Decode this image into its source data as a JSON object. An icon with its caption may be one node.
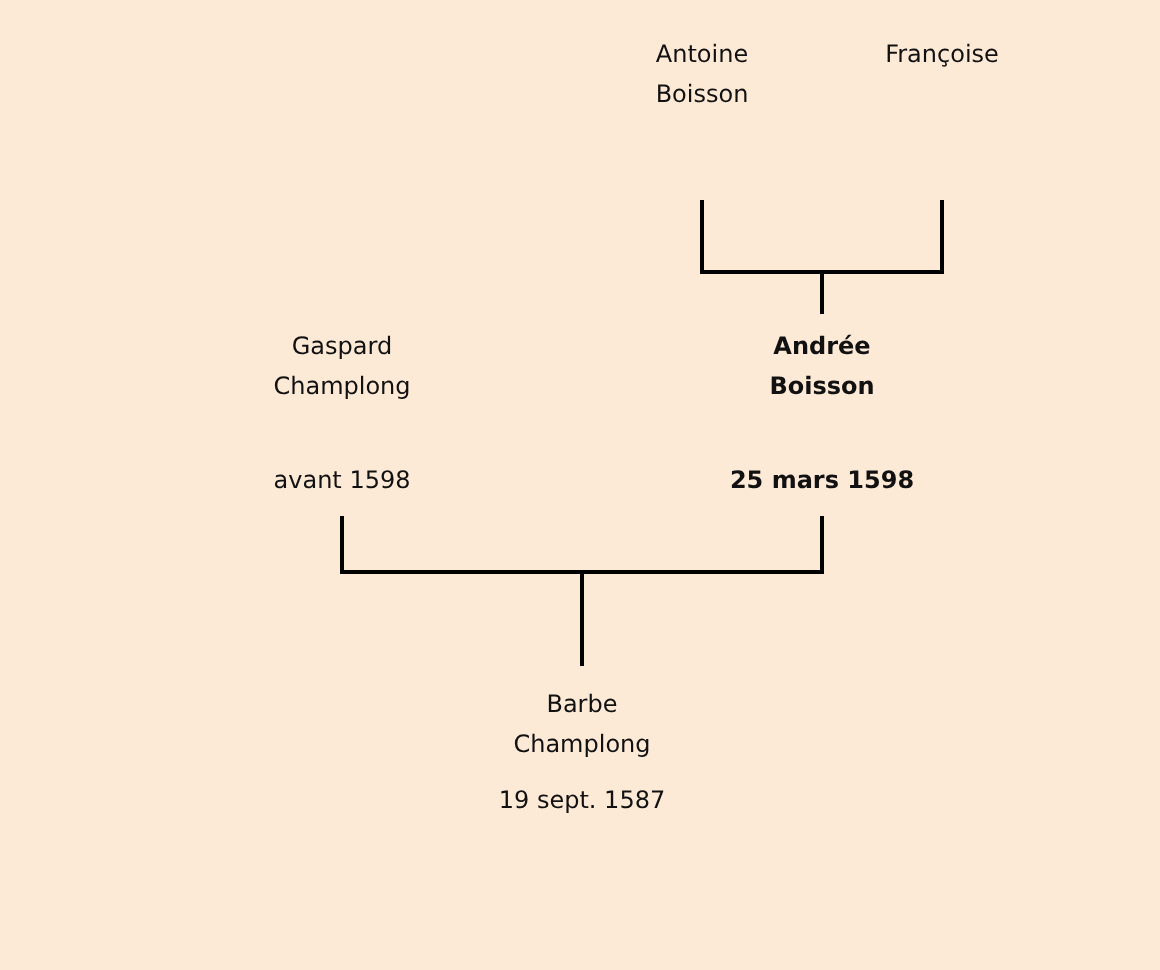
{
  "diagram": {
    "nodes": [
      {
        "text": [
          "Antoine Boisson"
        ]
      },
      {
        "text": [
          "Françoise"
        ]
      },
      {
        "text": [
          "Andrée Boisson",
          "25 mars 1598"
        ]
      },
      {
        "text": [
          "Gaspard Champlong",
          "avant 1598"
        ]
      },
      {
        "text": [
          "Barbe Champlong",
          "19 sept. 1587"
        ]
      }
    ],
    "edges": [
      {
        "from": 0,
        "to": 2,
        "arrow": "none"
      },
      {
        "from": 1,
        "to": 2,
        "arrow": "none"
      },
      {
        "from": 3,
        "to": 4,
        "arrow": "none"
      },
      {
        "from": 2,
        "to": 4,
        "arrow": "none"
      }
    ]
  }
}
